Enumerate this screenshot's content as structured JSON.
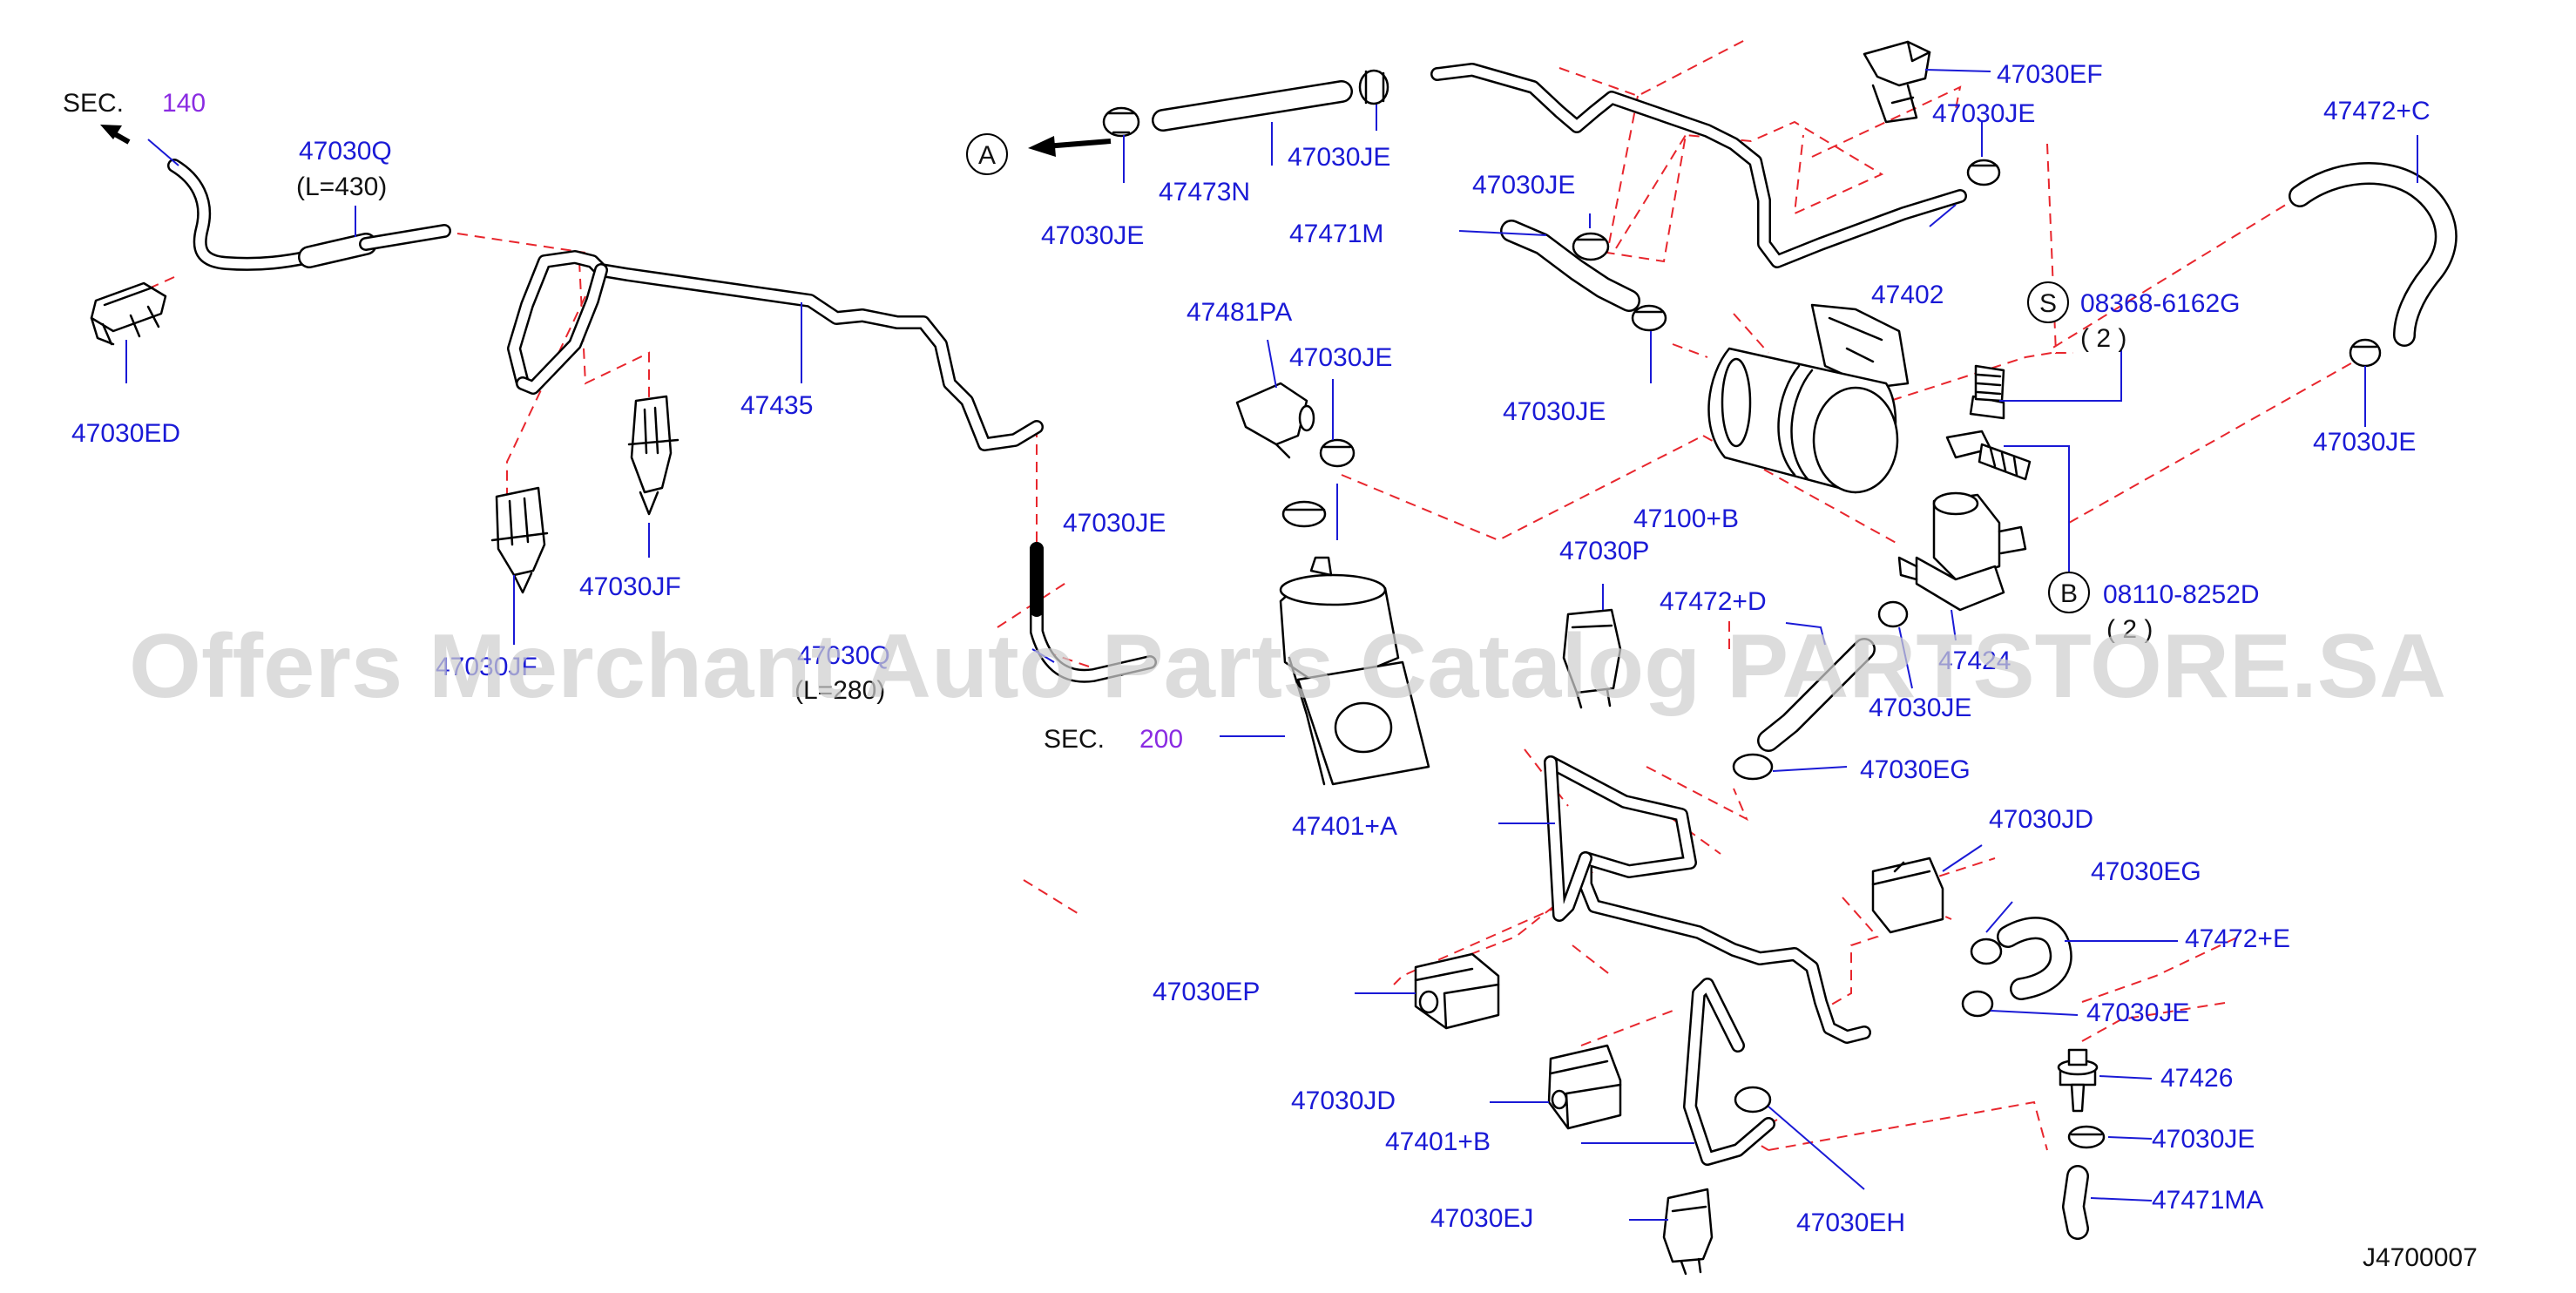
{
  "diagram_code": "J4700007",
  "watermark": "Offers Merchant Auto Parts Catalog PARTSTORE.SA",
  "sections": {
    "sec140": {
      "prefix": "SEC.",
      "number": "140"
    },
    "sec200": {
      "prefix": "SEC.",
      "number": "200"
    }
  },
  "refs": {
    "A": "A",
    "S": "S",
    "B": "B"
  },
  "labels": {
    "p47030Q": "47030Q",
    "p47030Q_len": "(L=430)",
    "p47030ED": "47030ED",
    "p47435": "47435",
    "p47030JF": "47030JF",
    "p47030JF_b": "47030JF",
    "p47030Q_b": "47030Q",
    "p47030Q_b_len": "(L=280)",
    "p47473N": "47473N",
    "p47030JE_top1": "47030JE",
    "p47030JE_top2": "47030JE",
    "p47471M": "47471M",
    "p47030JE_m": "47030JE",
    "p47030JE_tube": "47030JE",
    "p47402": "47402",
    "p47030EF": "47030EF",
    "p47030JE_ef": "47030JE",
    "p47472C": "47472+C",
    "p47030JE_c": "47030JE",
    "p08368": "08368-6162G",
    "p08368_qty": "( 2 )",
    "p08110": "08110-8252D",
    "p08110_qty": "( 2 )",
    "p47481PA": "47481PA",
    "p47030JE_pa": "47030JE",
    "p47030JE_clamp": "47030JE",
    "p47030JE_can": "47030JE",
    "p47100B": "47100+B",
    "p47030P": "47030P",
    "p47472D": "47472+D",
    "p47424": "47424",
    "p47030JE_v": "47030JE",
    "p47030EG": "47030EG",
    "p47401A": "47401+A",
    "p47030JD": "47030JD",
    "p47030EG_b": "47030EG",
    "p47472E": "47472+E",
    "p47030JE_e": "47030JE",
    "p47030EP": "47030EP",
    "p47030JD_b": "47030JD",
    "p47401B": "47401+B",
    "p47030EJ": "47030EJ",
    "p47030EH": "47030EH",
    "p47426": "47426",
    "p47030JE_426": "47030JE",
    "p47471MA": "47471MA"
  }
}
